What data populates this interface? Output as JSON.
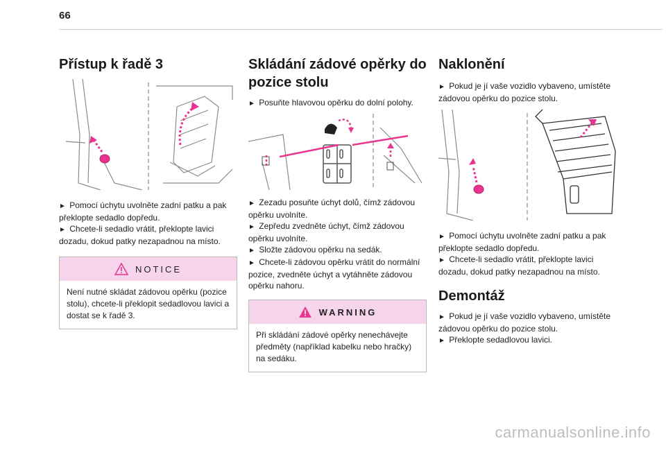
{
  "page": {
    "number": "66",
    "watermark": "carmanualsonline.info"
  },
  "col1": {
    "title": "Přístup k řadě 3",
    "steps": [
      "Pomocí úchytu uvolněte zadní patku a pak překlopte sedadlo dopředu.",
      "Chcete-li sedadlo vrátit, překlopte lavici dozadu, dokud patky nezapadnou na místo."
    ],
    "notice": {
      "title": "NOTICE",
      "body": "Není nutné skládat zádovou opěrku (pozice stolu), chcete-li překlopit sedadlovou lavici a dostat se k řadě 3."
    }
  },
  "col2": {
    "title_line1": "Skládání zádové opěrky do",
    "title_line2": "pozice stolu",
    "step_intro": "Posuňte hlavovou opěrku do dolní polohy.",
    "steps": [
      "Zezadu posuňte úchyt dolů, čímž zádovou opěrku uvolníte.",
      "Zepředu zvedněte úchyt, čímž zádovou opěrku uvolníte.",
      "Složte zádovou opěrku na sedák.",
      "Chcete-li zádovou opěrku vrátit do normální pozice, zvedněte úchyt a vytáhněte zádovou opěrku nahoru."
    ],
    "warning": {
      "title": "WARNING",
      "body": "Při skládání zádové opěrky nenechávejte předměty (například kabelku nebo hračky) na sedáku."
    }
  },
  "col3": {
    "title": "Naklonění",
    "intro": "Pokud je jí vaše vozidlo vybaveno, umístěte zádovou opěrku do pozice stolu.",
    "steps": [
      "Pomocí úchytu uvolněte zadní patku a pak překlopte sedadlo dopředu.",
      "Chcete-li sedadlo vrátit, překlopte lavici dozadu, dokud patky nezapadnou na místo."
    ],
    "title2": "Demontáž",
    "steps2": [
      "Pokud je jí vaše vozidlo vybaveno, umístěte zádovou opěrku do pozice stolu.",
      "Překlopte sedadlovou lavici."
    ]
  },
  "ui": {
    "bullet": "►"
  },
  "colors": {
    "accent": "#e8358f",
    "callout_head": "#f6d4ec"
  }
}
